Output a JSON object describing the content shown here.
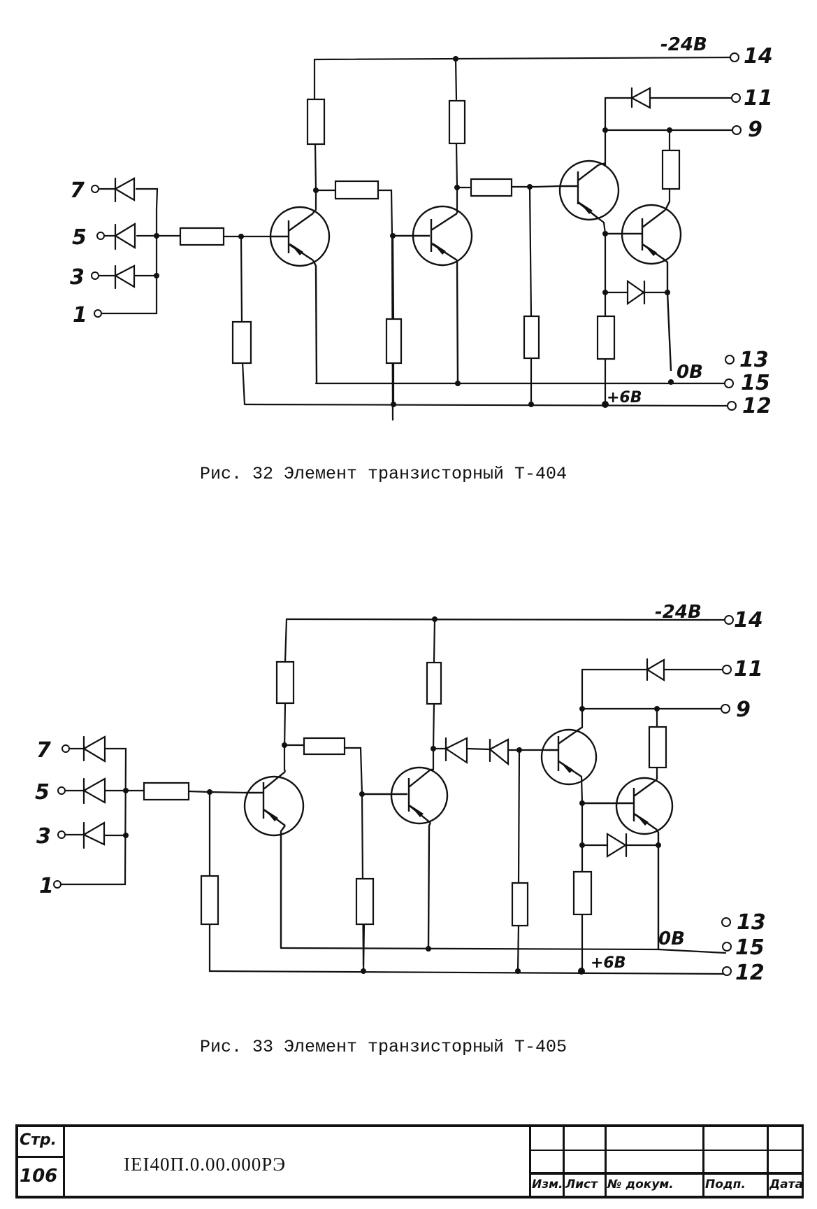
{
  "figures": [
    {
      "id": "fig32",
      "caption": "Рис. 32 Элемент транзисторный Т-404",
      "supply_labels": {
        "neg": "-24В",
        "zero": "0В",
        "pos": "+6В"
      },
      "inputs": [
        "7",
        "5",
        "3",
        "1"
      ],
      "outputs": [
        "14",
        "11",
        "9",
        "13",
        "15",
        "12"
      ]
    },
    {
      "id": "fig33",
      "caption": "Рис. 33 Элемент транзисторный Т-405",
      "supply_labels": {
        "neg": "-24В",
        "zero": "0В",
        "pos": "+6В"
      },
      "inputs": [
        "7",
        "5",
        "3",
        "1"
      ],
      "outputs": [
        "14",
        "11",
        "9",
        "13",
        "15",
        "12"
      ]
    }
  ],
  "title_block": {
    "page_label": "Стр.",
    "page_number": "106",
    "document_code": "IEI40П.0.00.000РЭ",
    "columns": [
      "Изм.",
      "Лист",
      "№ докум.",
      "Подп.",
      "Дата"
    ]
  }
}
